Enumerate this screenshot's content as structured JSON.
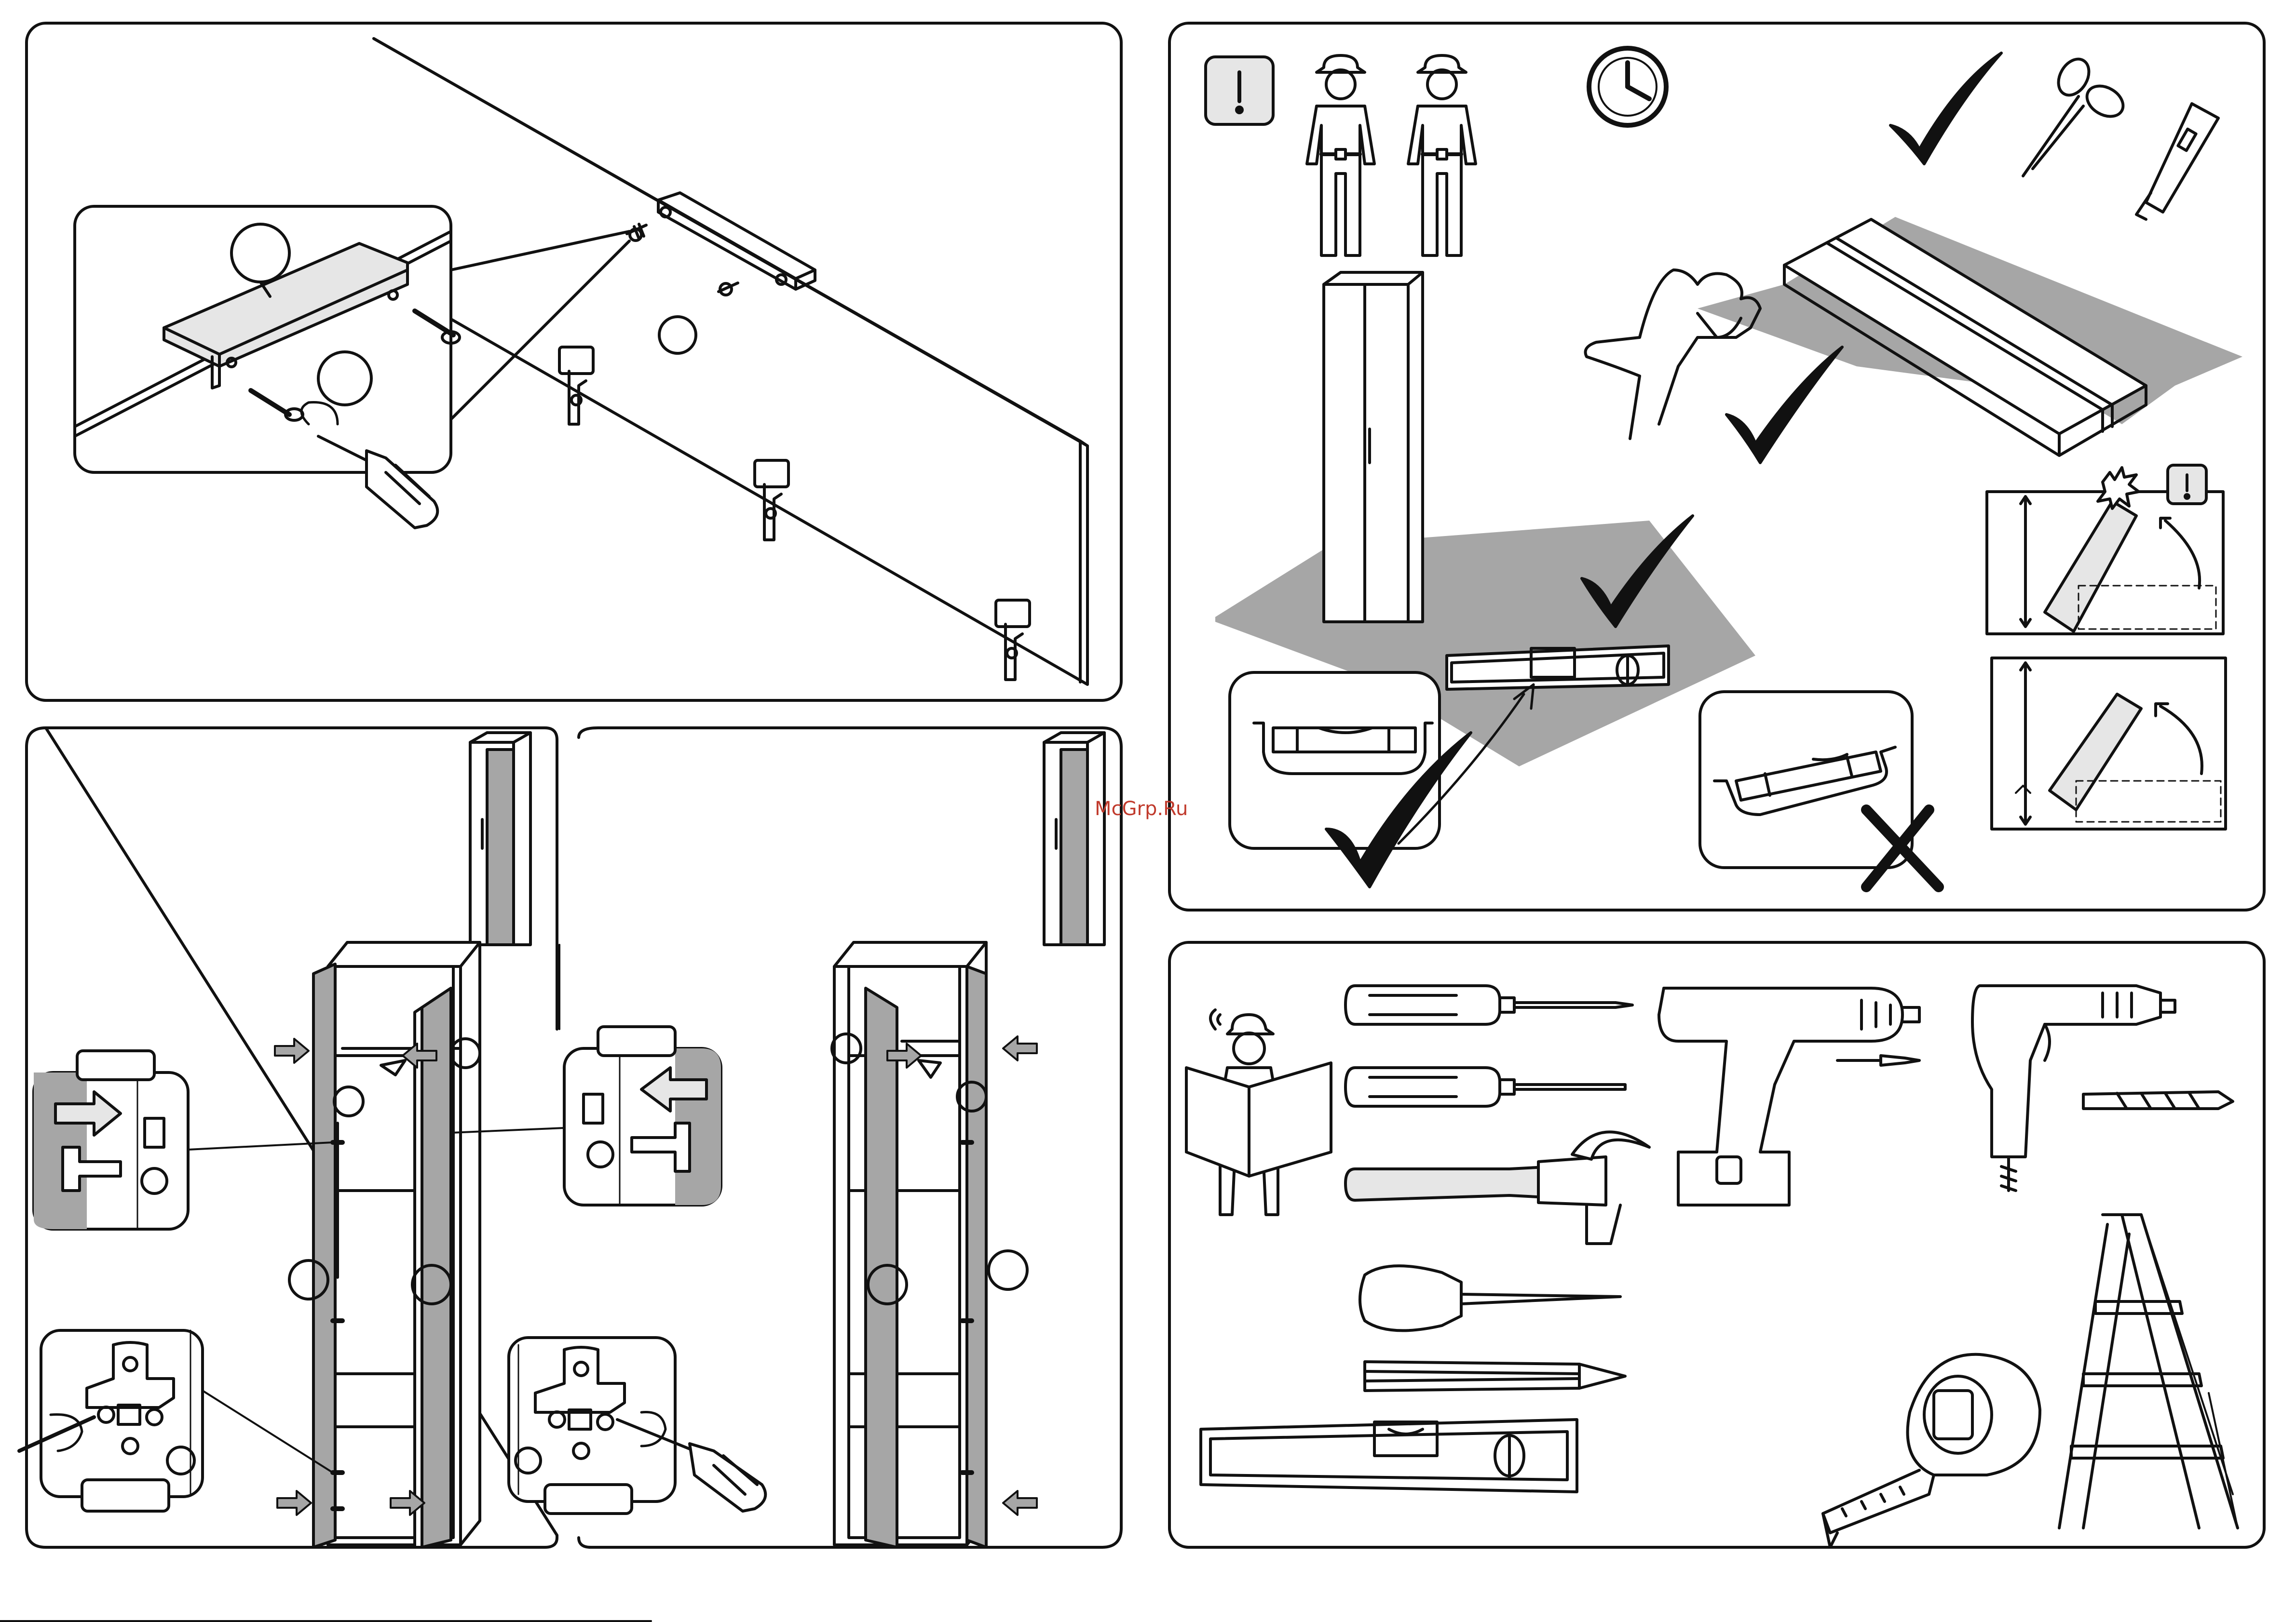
{
  "watermark": {
    "text": "McGrp.Ru",
    "color": "#c0392b"
  },
  "colors": {
    "line": "#111111",
    "shade": "#a6a6a6",
    "light": "#e6e6e6",
    "panel_bg": "#ffffff"
  },
  "panels": {
    "top_left": {
      "content": "fixing-strip-to-wall-panel",
      "callout_circles": 3
    },
    "top_right": {
      "icons": [
        "warning-icon",
        "two-person-icon",
        "clock-icon",
        "scissors-icon",
        "utility-knife-icon"
      ]
    },
    "bottom_left": {
      "content": "cabinet-door-hinge-assembly",
      "callout_circles": 8
    },
    "bottom_right": {
      "content": "door-mounting-reversed",
      "callout_circles": 4
    },
    "tools": {
      "items": [
        "phillips-screwdriver-icon",
        "flat-screwdriver-icon",
        "hammer-icon",
        "cordless-drill-icon",
        "electric-drill-icon",
        "awl-icon",
        "pencil-icon",
        "spirit-level-icon",
        "tape-measure-icon",
        "step-ladder-icon",
        "instruction-reader-icon"
      ]
    }
  }
}
